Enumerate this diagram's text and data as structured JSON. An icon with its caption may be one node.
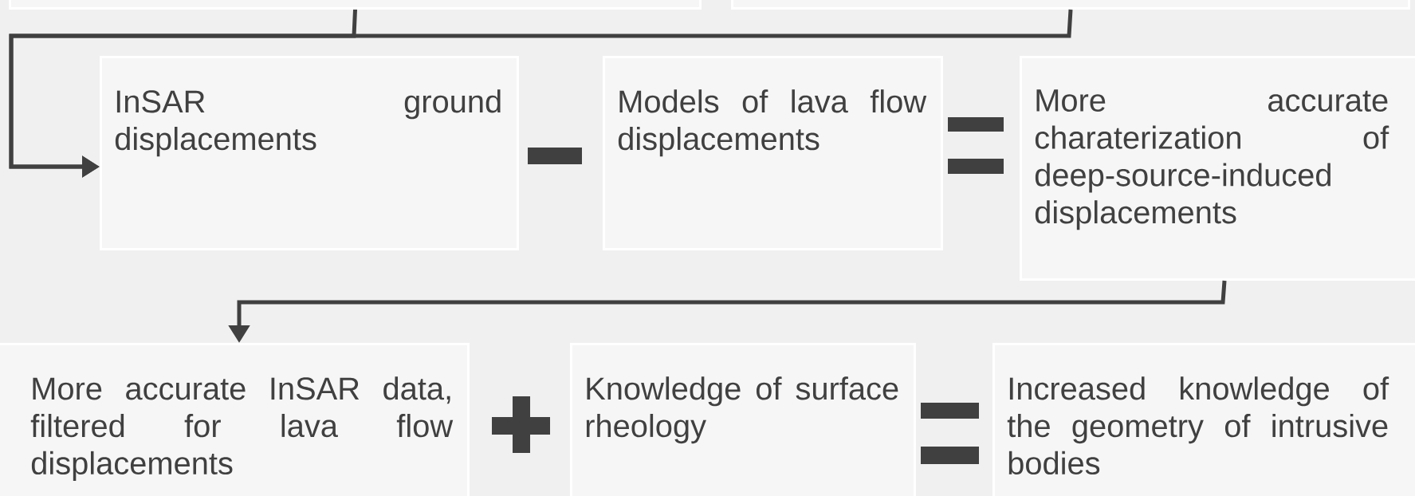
{
  "diagram": {
    "nodes": [
      {
        "text": [],
        "shape": "box"
      },
      {
        "text": [],
        "shape": "box"
      },
      {
        "text": [
          "InSAR ground displacements"
        ]
      },
      {
        "text": [
          "Models of lava flow displacements"
        ]
      },
      {
        "text": [
          "More accurate charaterization of deep-source-induced displacements"
        ]
      },
      {
        "text": [
          "More accurate InSAR data, filtered for lava flow displacements"
        ]
      },
      {
        "text": [
          "Knowledge of surface rheology"
        ]
      },
      {
        "text": [
          "Increased knowledge of the geometry of intrusive bodies"
        ]
      }
    ],
    "edges": [
      {
        "from": 0,
        "to": 2,
        "arrow": "to"
      },
      {
        "from": 1,
        "to": 2,
        "arrow": "to"
      },
      {
        "from": 4,
        "to": 5,
        "arrow": "to"
      }
    ]
  }
}
